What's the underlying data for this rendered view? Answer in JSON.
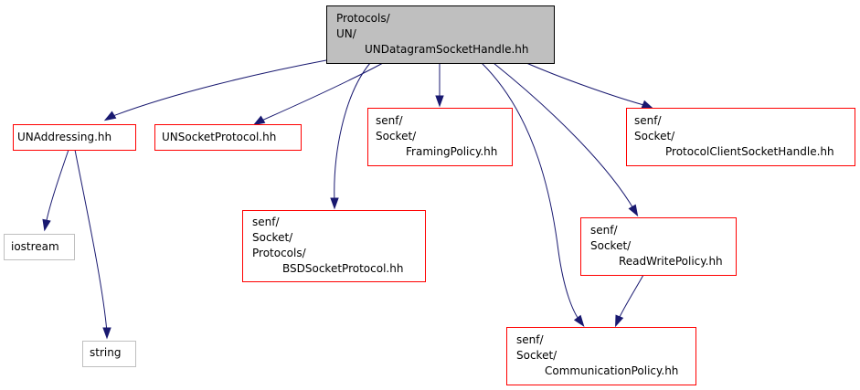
{
  "colors": {
    "root_fill": "#bfbfbf",
    "root_border": "#000000",
    "project_border": "#ff0000",
    "system_border": "#bfbfbf",
    "edge": "#191970",
    "text": "#000000"
  },
  "nodes": [
    {
      "id": "root",
      "kind": "root",
      "lines": [
        "Protocols/",
        "UN/",
        "UNDatagramSocketHandle.hh"
      ]
    },
    {
      "id": "unaddressing",
      "kind": "project",
      "lines": [
        "UNAddressing.hh"
      ]
    },
    {
      "id": "unsocketprotocol",
      "kind": "project",
      "lines": [
        "UNSocketProtocol.hh"
      ]
    },
    {
      "id": "framingpolicy",
      "kind": "project",
      "lines": [
        "senf/",
        "Socket/",
        "FramingPolicy.hh"
      ]
    },
    {
      "id": "protocolclientsockethandle",
      "kind": "project",
      "lines": [
        "senf/",
        "Socket/",
        "ProtocolClientSocketHandle.hh"
      ]
    },
    {
      "id": "iostream",
      "kind": "system",
      "lines": [
        "iostream"
      ]
    },
    {
      "id": "bsdsocketprotocol",
      "kind": "project",
      "lines": [
        "senf/",
        "Socket/",
        "Protocols/",
        "BSDSocketProtocol.hh"
      ]
    },
    {
      "id": "readwritepolicy",
      "kind": "project",
      "lines": [
        "senf/",
        "Socket/",
        "ReadWritePolicy.hh"
      ]
    },
    {
      "id": "string",
      "kind": "system",
      "lines": [
        "string"
      ]
    },
    {
      "id": "communicationpolicy",
      "kind": "project",
      "lines": [
        "senf/",
        "Socket/",
        "CommunicationPolicy.hh"
      ]
    }
  ],
  "edges": [
    {
      "from": "root",
      "to": "unaddressing"
    },
    {
      "from": "root",
      "to": "unsocketprotocol"
    },
    {
      "from": "root",
      "to": "bsdsocketprotocol"
    },
    {
      "from": "root",
      "to": "framingpolicy"
    },
    {
      "from": "root",
      "to": "communicationpolicy"
    },
    {
      "from": "root",
      "to": "readwritepolicy"
    },
    {
      "from": "root",
      "to": "protocolclientsockethandle"
    },
    {
      "from": "unaddressing",
      "to": "iostream"
    },
    {
      "from": "unaddressing",
      "to": "string"
    },
    {
      "from": "readwritepolicy",
      "to": "communicationpolicy"
    }
  ]
}
